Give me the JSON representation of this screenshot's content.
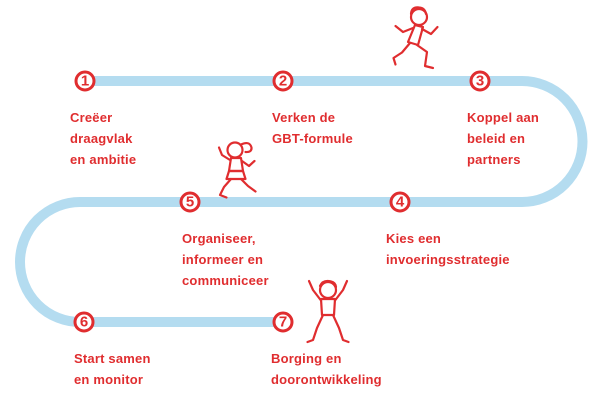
{
  "colors": {
    "red": "#E02D2F",
    "blue": "#B4DCF0",
    "background": "#FFFFFF"
  },
  "steps": [
    {
      "number": "1",
      "label": "Creëer\ndraagvlak\nen ambitie"
    },
    {
      "number": "2",
      "label": "Verken de\nGBT-formule"
    },
    {
      "number": "3",
      "label": "Koppel aan\nbeleid en\npartners"
    },
    {
      "number": "4",
      "label": "Kies een\ninvoeringsstrategie"
    },
    {
      "number": "5",
      "label": "Organiseer,\ninformeer en\ncommuniceer"
    },
    {
      "number": "6",
      "label": "Start samen\nen monitor"
    },
    {
      "number": "7",
      "label": "Borging en\ndoorontwikkeling"
    }
  ],
  "figures": [
    {
      "name": "running-boy-icon"
    },
    {
      "name": "running-girl-icon"
    },
    {
      "name": "jumping-child-icon"
    }
  ]
}
